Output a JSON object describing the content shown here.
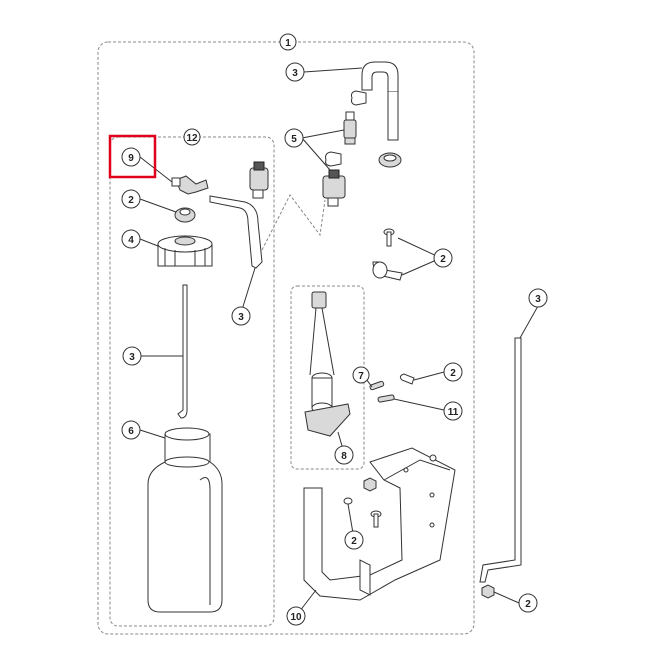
{
  "callouts": {
    "c1": "1",
    "c3_top": "3",
    "c5": "5",
    "c12": "12",
    "c9": "9",
    "c2_a": "2",
    "c4": "4",
    "c3_b": "3",
    "c3_c": "3",
    "c6": "6",
    "c2_b": "2",
    "c3_d": "3",
    "c7": "7",
    "c2_c": "2",
    "c11": "11",
    "c8": "8",
    "c2_d": "2",
    "c10": "10",
    "c2_e": "2"
  },
  "highlight_color": "#e0001b"
}
